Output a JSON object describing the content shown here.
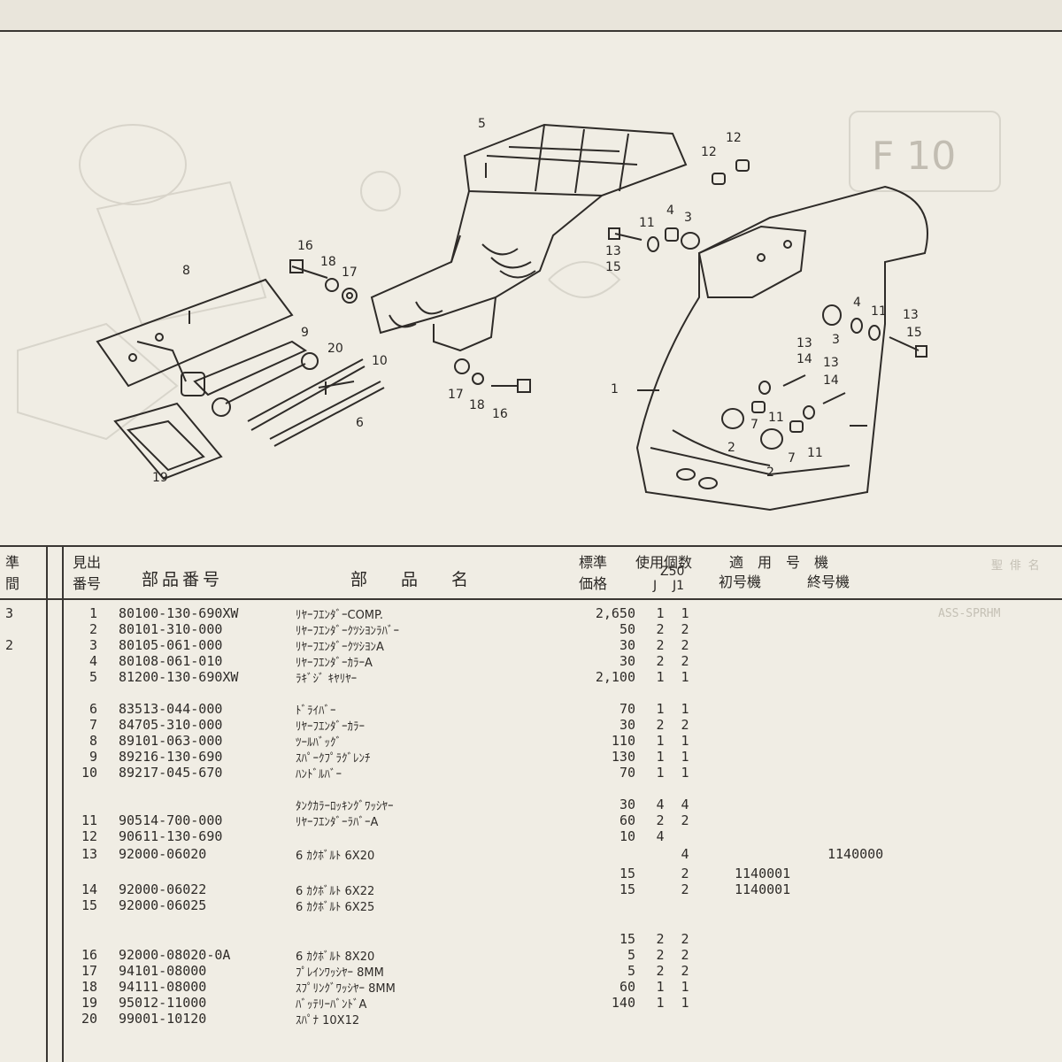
{
  "page_badge": "F 10",
  "callouts": [
    "5",
    "12",
    "12",
    "4",
    "3",
    "11",
    "13",
    "15",
    "16",
    "18",
    "17",
    "8",
    "9",
    "20",
    "10",
    "17",
    "18",
    "16",
    "1",
    "6",
    "19",
    "4",
    "11",
    "13",
    "3",
    "15",
    "13",
    "14",
    "13",
    "14",
    "2",
    "7",
    "11",
    "2",
    "7",
    "11"
  ],
  "table": {
    "headers": {
      "prev": "準\n間",
      "ref_no": "見出\n番号",
      "part_number": "部品番号",
      "part_name": "部　　品　　名",
      "price": "標準\n価格",
      "qty": "使用個数",
      "model": "Z50",
      "j": "J",
      "j1": "J1",
      "applicable": "適　用　号　機",
      "first_no": "初号機",
      "last_no": "終号機"
    },
    "rows": [
      {
        "prev": "3",
        "no": "1",
        "part": "80100-130-690XW",
        "name": "ﾘﾔｰﾌｴﾝﾀﾞｰCOMP.",
        "price": "2,650",
        "j": "1",
        "j1": "1",
        "first": "",
        "last": ""
      },
      {
        "prev": "",
        "no": "2",
        "part": "80101-310-000",
        "name": "ﾘﾔｰﾌｴﾝﾀﾞｰｸﾂｼﾖﾝﾗﾊﾞｰ",
        "price": "50",
        "j": "2",
        "j1": "2",
        "first": "",
        "last": ""
      },
      {
        "prev": "2",
        "no": "3",
        "part": "80105-061-000",
        "name": "ﾘﾔｰﾌｴﾝﾀﾞｰｸﾂｼﾖﾝA",
        "price": "30",
        "j": "2",
        "j1": "2",
        "first": "",
        "last": ""
      },
      {
        "prev": "",
        "no": "4",
        "part": "80108-061-010",
        "name": "ﾘﾔｰﾌｴﾝﾀﾞｰｶﾗｰA",
        "price": "30",
        "j": "2",
        "j1": "2",
        "first": "",
        "last": ""
      },
      {
        "prev": "",
        "no": "5",
        "part": "81200-130-690XW",
        "name": "ﾗｷﾞｼﾞ ｷﾔﾘﾔｰ",
        "price": "2,100",
        "j": "1",
        "j1": "1",
        "first": "",
        "last": ""
      },
      {
        "prev": "",
        "no": "6",
        "part": "83513-044-000",
        "name": "ﾄﾞﾗｲﾊﾞｰ",
        "price": "70",
        "j": "1",
        "j1": "1",
        "first": "",
        "last": ""
      },
      {
        "prev": "",
        "no": "7",
        "part": "84705-310-000",
        "name": "ﾘﾔｰﾌｴﾝﾀﾞｰｶﾗｰ",
        "price": "30",
        "j": "2",
        "j1": "2",
        "first": "",
        "last": ""
      },
      {
        "prev": "",
        "no": "8",
        "part": "89101-063-000",
        "name": "ﾂｰﾙﾊﾞｯｸﾞ",
        "price": "110",
        "j": "1",
        "j1": "1",
        "first": "",
        "last": ""
      },
      {
        "prev": "",
        "no": "9",
        "part": "89216-130-690",
        "name": "ｽﾊﾟｰｸﾌﾟﾗｸﾞﾚﾝﾁ",
        "price": "130",
        "j": "1",
        "j1": "1",
        "first": "",
        "last": ""
      },
      {
        "prev": "",
        "no": "10",
        "part": "89217-045-670",
        "name": "ﾊﾝﾄﾞﾙﾊﾞｰ",
        "price": "70",
        "j": "1",
        "j1": "1",
        "first": "",
        "last": ""
      },
      {
        "prev": "",
        "no": "",
        "part": "",
        "name": "ﾀﾝｸｶﾗｰﾛｯｷﾝｸﾞﾜｯｼﾔｰ",
        "price": "30",
        "j": "4",
        "j1": "4",
        "first": "",
        "last": ""
      },
      {
        "prev": "",
        "no": "11",
        "part": "90514-700-000",
        "name": "ﾘﾔｰﾌｴﾝﾀﾞｰﾗﾊﾞｰA",
        "price": "60",
        "j": "2",
        "j1": "2",
        "first": "",
        "last": ""
      },
      {
        "prev": "",
        "no": "12",
        "part": "90611-130-690",
        "name": "",
        "price": "10",
        "j": "4",
        "j1": "",
        "first": "",
        "last": ""
      },
      {
        "prev": "",
        "no": "13",
        "part": "92000-06020",
        "name": "6 ｶｸﾎﾞﾙﾄ 6X20",
        "price": "",
        "j": "",
        "j1": "4",
        "first": "",
        "last": "1140000"
      },
      {
        "prev": "",
        "no": "",
        "part": "",
        "name": "",
        "price": "15",
        "j": "",
        "j1": "2",
        "first": "1140001",
        "last": ""
      },
      {
        "prev": "",
        "no": "14",
        "part": "92000-06022",
        "name": "6 ｶｸﾎﾞﾙﾄ 6X22",
        "price": "15",
        "j": "",
        "j1": "2",
        "first": "1140001",
        "last": ""
      },
      {
        "prev": "",
        "no": "15",
        "part": "92000-06025",
        "name": "6 ｶｸﾎﾞﾙﾄ 6X25",
        "price": "",
        "j": "",
        "j1": "",
        "first": "",
        "last": ""
      },
      {
        "prev": "",
        "no": "",
        "part": "",
        "name": "",
        "price": "15",
        "j": "2",
        "j1": "2",
        "first": "",
        "last": ""
      },
      {
        "prev": "",
        "no": "16",
        "part": "92000-08020-0A",
        "name": "6 ｶｸﾎﾞﾙﾄ 8X20",
        "price": "5",
        "j": "2",
        "j1": "2",
        "first": "",
        "last": ""
      },
      {
        "prev": "",
        "no": "17",
        "part": "94101-08000",
        "name": "ﾌﾟﾚｲﾝﾜｯｼﾔｰ 8MM",
        "price": "5",
        "j": "2",
        "j1": "2",
        "first": "",
        "last": ""
      },
      {
        "prev": "",
        "no": "18",
        "part": "94111-08000",
        "name": "ｽﾌﾟﾘﾝｸﾞﾜｯｼﾔｰ 8MM",
        "price": "60",
        "j": "1",
        "j1": "1",
        "first": "",
        "last": ""
      },
      {
        "prev": "",
        "no": "19",
        "part": "95012-11000",
        "name": "ﾊﾞｯﾃﾘｰﾊﾞﾝﾄﾞA",
        "price": "140",
        "j": "1",
        "j1": "1",
        "first": "",
        "last": ""
      },
      {
        "prev": "",
        "no": "20",
        "part": "99001-10120",
        "name": "ｽﾊﾟﾅ 10X12",
        "price": "",
        "j": "",
        "j1": "",
        "first": "",
        "last": ""
      }
    ]
  }
}
